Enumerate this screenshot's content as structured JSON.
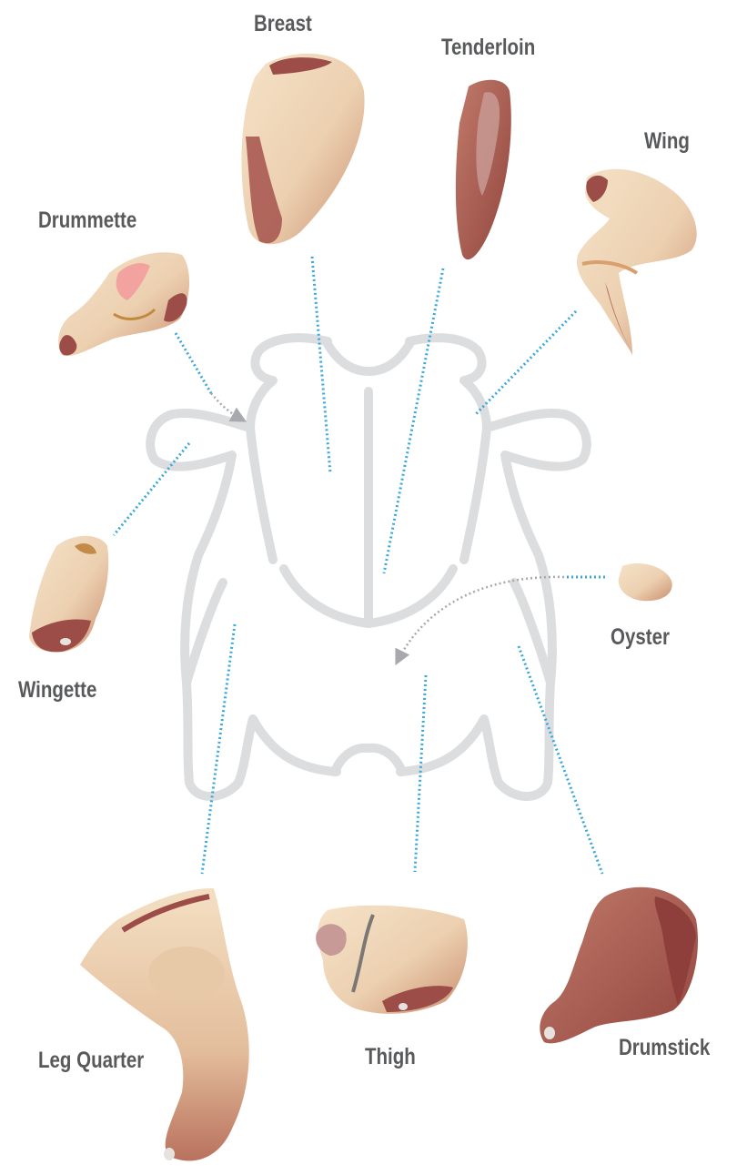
{
  "labels": {
    "breast": "Breast",
    "tenderloin": "Tenderloin",
    "wing": "Wing",
    "drummette": "Drummette",
    "wingette": "Wingette",
    "oyster": "Oyster",
    "leg_quarter": "Leg Quarter",
    "thigh": "Thigh",
    "drumstick": "Drumstick"
  },
  "colors": {
    "label_text": "#58595b",
    "leader_line": "#3aa8dc",
    "arrow_line": "#a7a9ac",
    "body_outline": "#dcdddf",
    "skin_light": "#f2dcbf",
    "skin_mid": "#dcb491",
    "meat_dark": "#9c4d48",
    "meat_pink": "#f2a39f"
  }
}
